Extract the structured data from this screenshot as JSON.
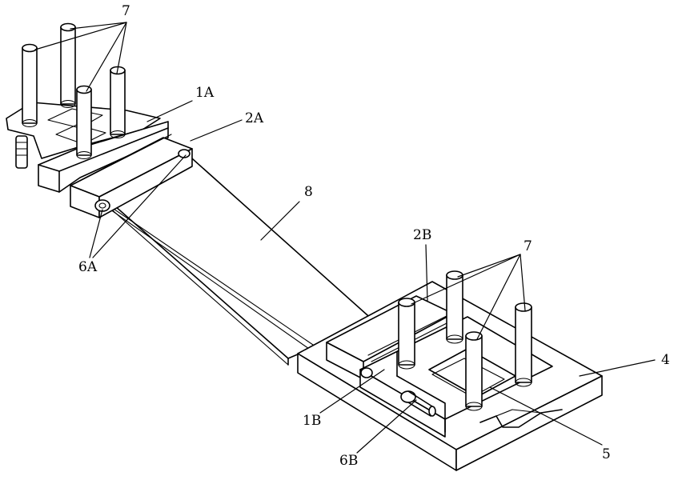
{
  "labels": {
    "pin_a": "7",
    "part_1a": "1A",
    "part_2a": "2A",
    "strip_8": "8",
    "part_6a": "6A",
    "part_2b": "2B",
    "pin_b": "7",
    "base_4": "4",
    "part_1b": "1B",
    "part_6b": "6B",
    "part_5": "5"
  }
}
